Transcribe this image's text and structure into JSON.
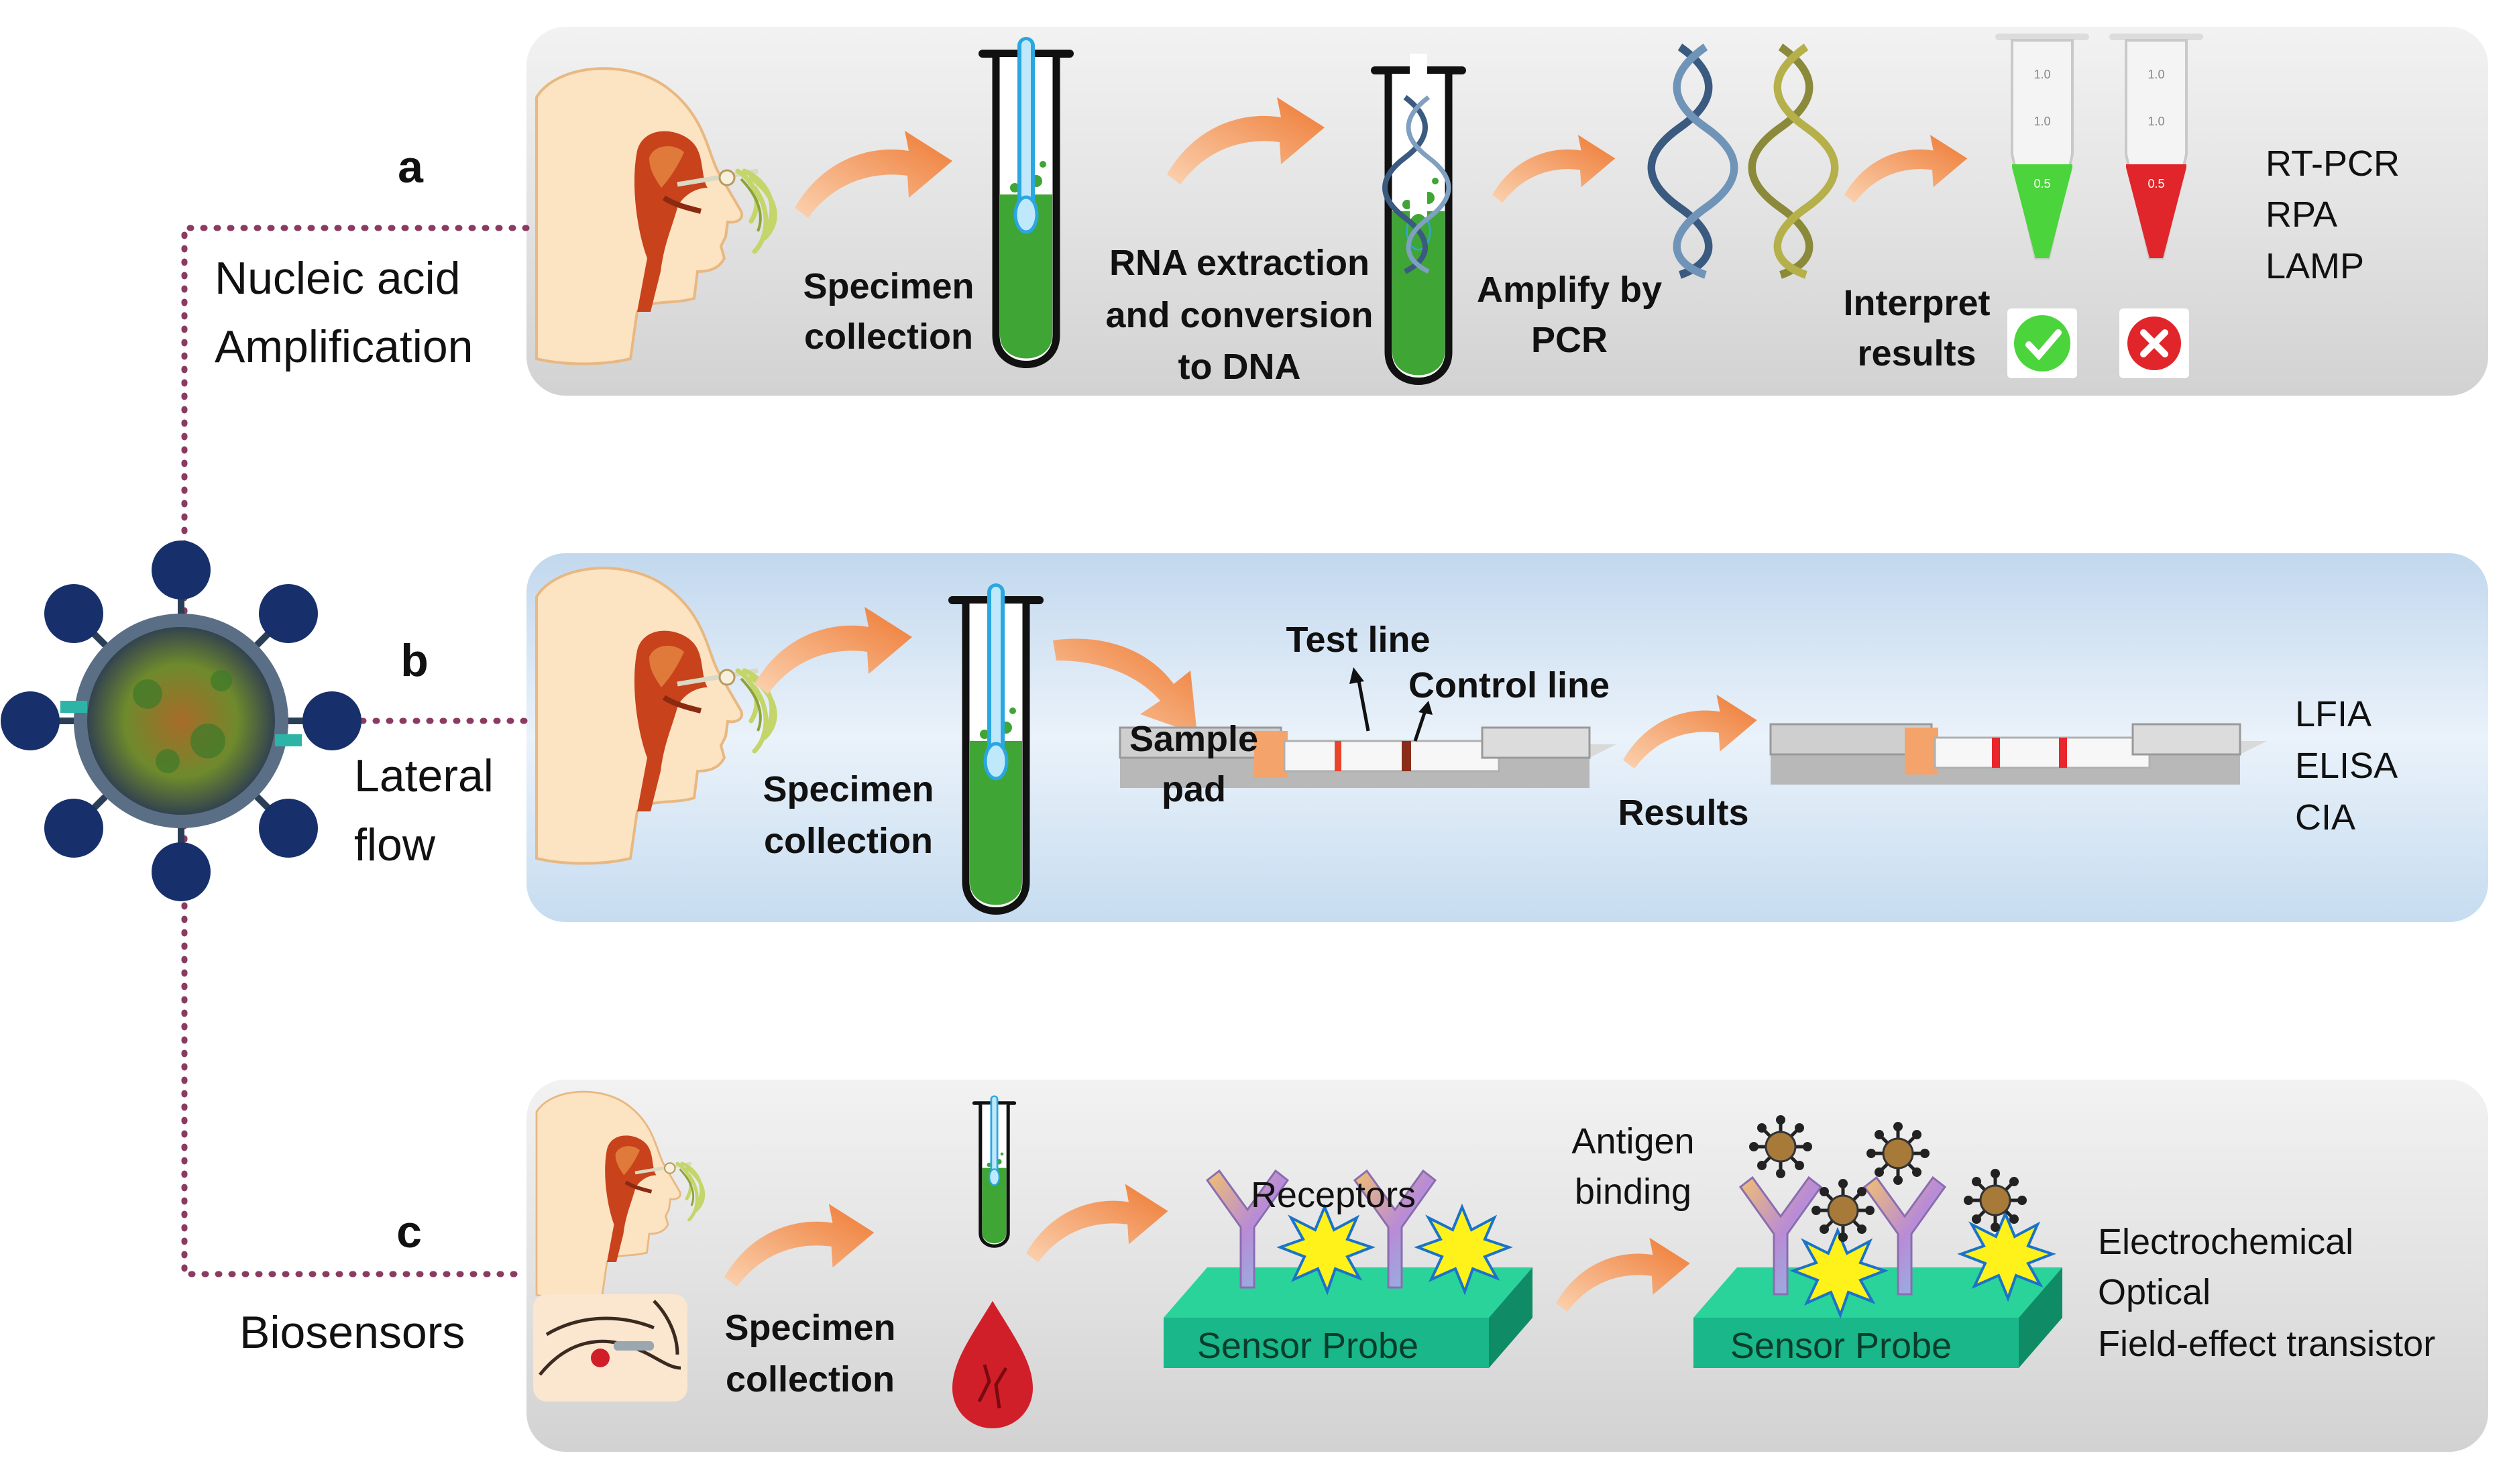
{
  "panels": {
    "a": {
      "letter": "a",
      "category": [
        "Nucleic acid",
        "Amplification"
      ],
      "steps": {
        "specimen": [
          "Specimen",
          "collection"
        ],
        "extraction": [
          "RNA extraction",
          "and conversion",
          "to DNA"
        ],
        "amplify": [
          "Amplify by",
          "PCR"
        ],
        "interpret": [
          "Interpret",
          "results"
        ]
      },
      "methods": [
        "RT-PCR",
        "RPA",
        "LAMP"
      ]
    },
    "b": {
      "letter": "b",
      "category": [
        "Lateral",
        "flow"
      ],
      "steps": {
        "specimen": [
          "Specimen",
          "collection"
        ],
        "sample_pad": [
          "Sample",
          "pad"
        ],
        "test_line": "Test line",
        "control_line": "Control line",
        "results": "Results"
      },
      "methods": [
        "LFIA",
        "ELISA",
        "CIA"
      ]
    },
    "c": {
      "letter": "c",
      "category": [
        "Biosensors"
      ],
      "steps": {
        "specimen": [
          "Specimen",
          "collection"
        ],
        "receptors": "Receptors",
        "antigen": [
          "Antigen",
          "binding"
        ],
        "sensor_probe": "Sensor Probe"
      },
      "methods": [
        "Electrochemical",
        "Optical",
        "Field-effect transistor"
      ]
    }
  },
  "tube_marks": [
    "1.0",
    "1.0",
    "0.5"
  ],
  "colors": {
    "connector": "#8b3a62",
    "arrow": "#f0894a",
    "liquid_green": "#3fa535",
    "positive_green": "#4cd43c",
    "negative_red": "#e0262b",
    "sensor_teal": "#19b789",
    "panel_gray": "#e6e6e6",
    "panel_blue": "#cfe2f3"
  }
}
